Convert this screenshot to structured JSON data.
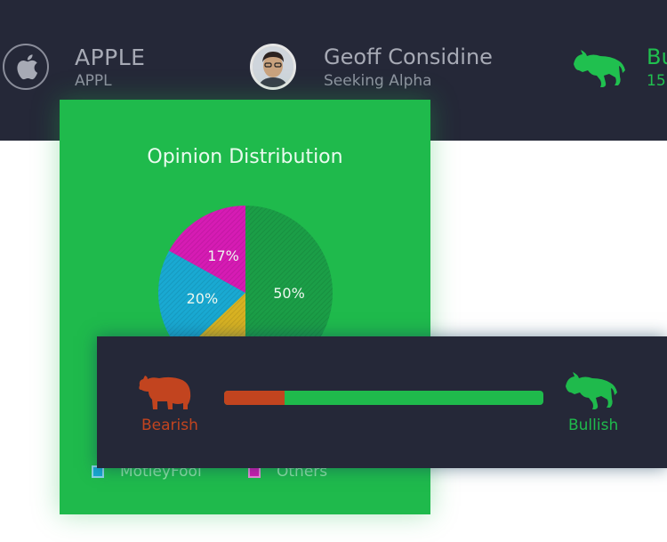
{
  "header": {
    "company": {
      "name": "APPLE",
      "ticker": "APPL",
      "icon": "apple-icon"
    },
    "author": {
      "name": "Geoff Considine",
      "source": "Seeking Alpha",
      "avatar": "avatar"
    },
    "sentiment": {
      "title": "Bu",
      "subtitle": "15",
      "icon": "bull-icon",
      "color": "#20c04f"
    }
  },
  "card": {
    "title": "Opinion Distribution",
    "background": "#1fba4c",
    "legend": [
      {
        "label": "MotleyFool",
        "color": "#19a9d2"
      },
      {
        "label": "Others",
        "color": "#d61bb4"
      }
    ]
  },
  "chart_data": {
    "type": "pie",
    "title": "Opinion Distribution",
    "slices": [
      {
        "label": "50%",
        "value": 50,
        "color": "#1b9e47"
      },
      {
        "label": "",
        "value": 13,
        "color": "#d8b222"
      },
      {
        "label": "20%",
        "value": 20,
        "color": "#19a9d2"
      },
      {
        "label": "17%",
        "value": 17,
        "color": "#d61bb4"
      }
    ]
  },
  "sentiment_meter": {
    "bearish_label": "Bearish",
    "bullish_label": "Bullish",
    "bearish_fraction": 0.19,
    "bearish_color": "#c2441f",
    "bullish_color": "#1fba4c"
  }
}
